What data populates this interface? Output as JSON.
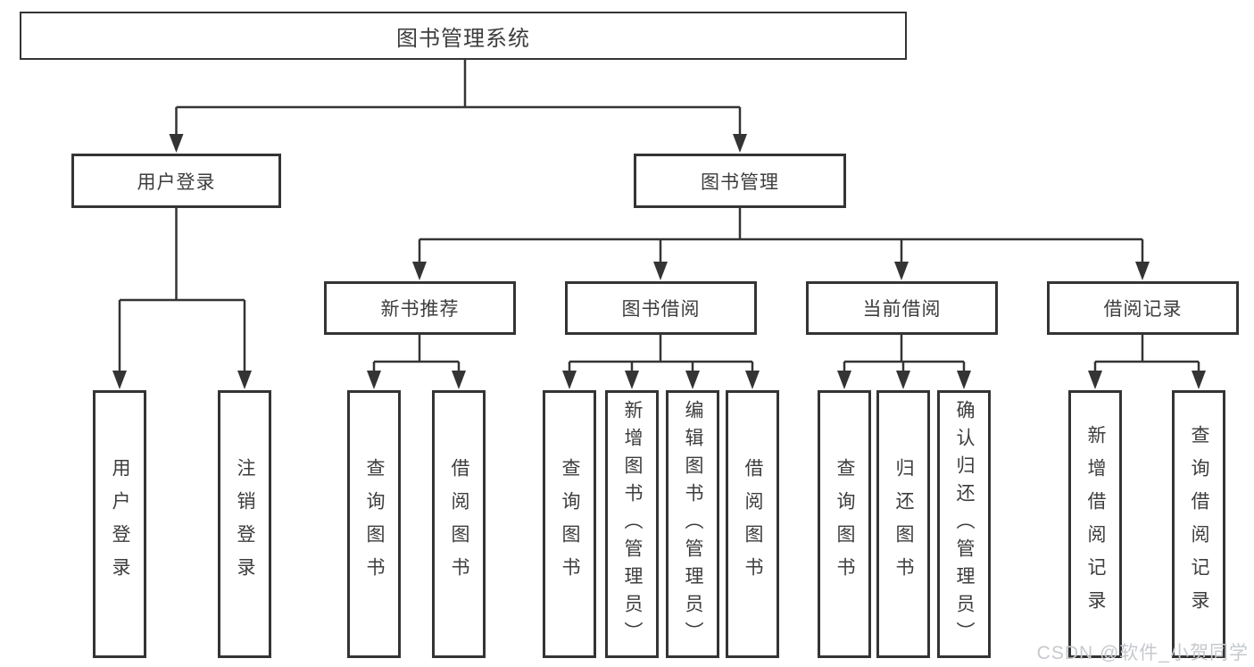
{
  "colors": {
    "line": "#343434",
    "box_border": "#343434",
    "text": "#3d3d3d",
    "watermark": "#c6c9cd",
    "background": "#ffffff"
  },
  "root": {
    "label": "图书管理系统"
  },
  "branches": [
    {
      "label": "用户登录",
      "children": [
        {
          "label": "用户登录"
        },
        {
          "label": "注销登录"
        }
      ]
    },
    {
      "label": "图书管理",
      "children": [
        {
          "label": "新书推荐",
          "children": [
            {
              "label": "查询图书"
            },
            {
              "label": "借阅图书"
            }
          ]
        },
        {
          "label": "图书借阅",
          "children": [
            {
              "label": "查询图书"
            },
            {
              "label": "新增图书（管理员）"
            },
            {
              "label": "编辑图书（管理员）"
            },
            {
              "label": "借阅图书"
            }
          ]
        },
        {
          "label": "当前借阅",
          "children": [
            {
              "label": "查询图书"
            },
            {
              "label": "归还图书"
            },
            {
              "label": "确认归还（管理员）"
            }
          ]
        },
        {
          "label": "借阅记录",
          "children": [
            {
              "label": "新增借阅记录"
            },
            {
              "label": "查询借阅记录"
            }
          ]
        }
      ]
    }
  ],
  "watermark": "CSDN @软件_小贺同学"
}
